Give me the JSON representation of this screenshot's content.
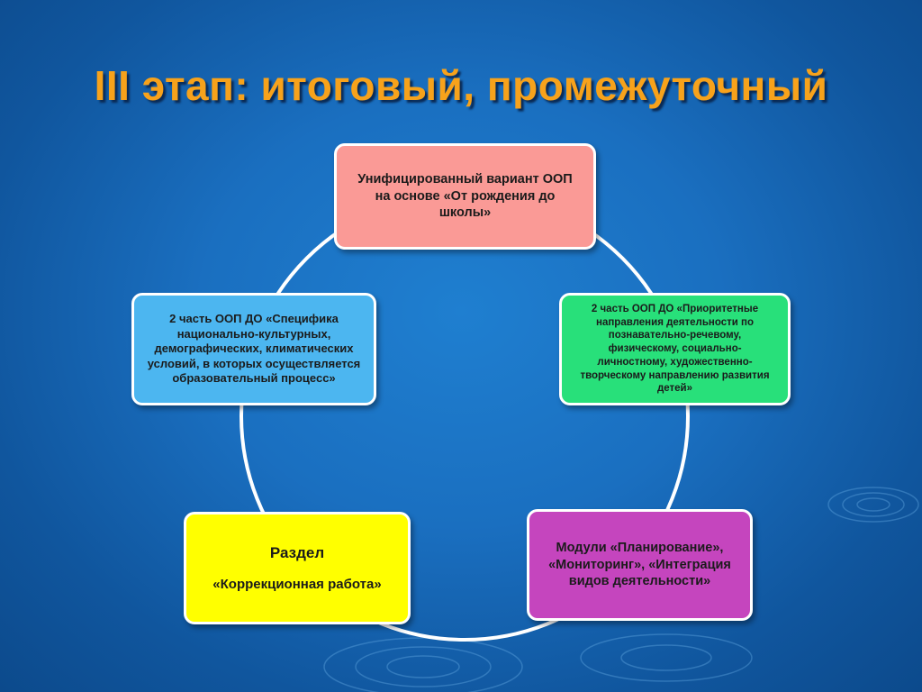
{
  "slide": {
    "title": "III этап: итоговый, промежуточный"
  },
  "nodes": {
    "top": "Унифицированный вариант ООП на основе «От рождения до школы»",
    "left": "2 часть ООП ДО «Специфика национально-культурных, демографических, климатических условий, в которых осуществляется образовательный процесс»",
    "right": "2 часть ООП ДО «Приоритетные направления деятельности по познавательно-речевому, физическому, социально-личностному, художественно-творческому направлению развития детей»",
    "bottom_left_heading": "Раздел",
    "bottom_left_text": "«Коррекционная работа»",
    "bottom_right": "Модули «Планирование», «Мониторинг», «Интеграция видов деятельности»"
  },
  "colors": {
    "background": "#1a6fc0",
    "title": "#f7a21b",
    "top_box": "#fa9a96",
    "left_box": "#4cb6f0",
    "right_box": "#28e07a",
    "bottom_left_box": "#ffff00",
    "bottom_right_box": "#c545be",
    "ring": "#ffffff"
  }
}
